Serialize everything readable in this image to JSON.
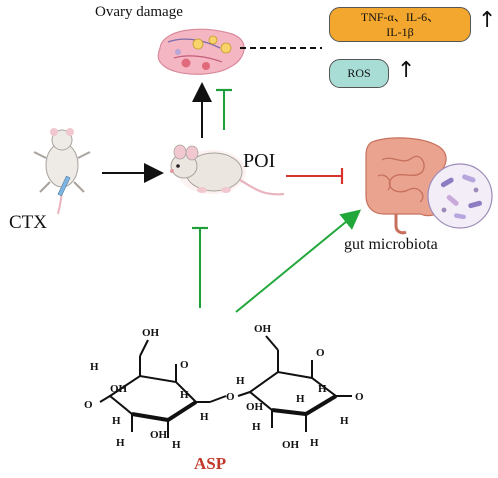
{
  "labels": {
    "ovary_damage": "Ovary damage",
    "cytokines": "TNF-α、IL-6、\nIL-1β",
    "ros": "ROS",
    "poi": "POI",
    "ctx": "CTX",
    "gut_microbiota": "gut microbiota",
    "asp": "ASP"
  },
  "indicators": {
    "cytokines_up": "↑",
    "ros_up": "↑"
  },
  "colors": {
    "cytokine_box": "#F3A72E",
    "ros_box": "#A8DDD6",
    "inhibit_green": "#1E9E3A",
    "promote_green": "#22A83A",
    "inhibit_red": "#D9342B",
    "asp_red": "#C0392B"
  },
  "icons": [
    "ovary-icon",
    "mouse-injected-icon",
    "mouse-poi-icon",
    "intestine-icon",
    "bacteria-icon",
    "disaccharide-structure"
  ]
}
